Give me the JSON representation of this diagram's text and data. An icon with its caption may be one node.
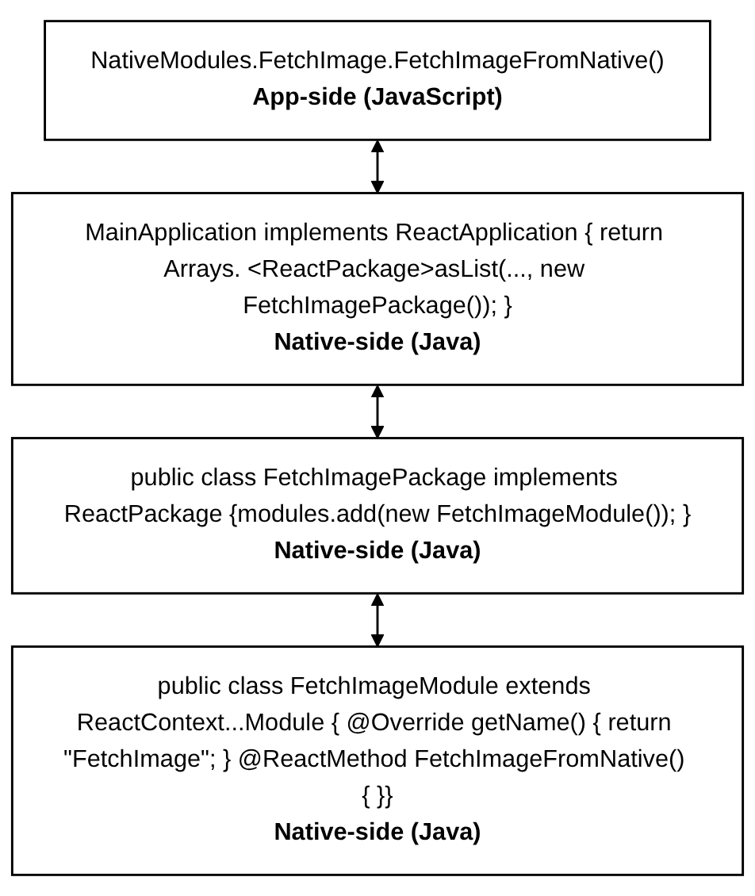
{
  "diagram": {
    "nodes": [
      {
        "text": [
          "NativeModules.FetchImage.FetchImageFromNative()",
          "App-side (JavaScript)"
        ]
      },
      {
        "text": [
          "MainApplication implements ReactApplication { return Arrays. <ReactPackage>asList(..., new FetchImagePackage()); }",
          "Native-side (Java)"
        ]
      },
      {
        "text": [
          "public class FetchImagePackage implements ReactPackage {modules.add(new FetchImageModule()); }",
          "Native-side (Java)"
        ]
      },
      {
        "text": [
          "public class FetchImageModule extends ReactContext...Module { @Override getName() { return \"FetchImage\"; } @ReactMethod FetchImageFromNative() { }}",
          "Native-side (Java)"
        ]
      }
    ],
    "edges": [
      {
        "from": 0,
        "to": 1,
        "arrow": "both"
      },
      {
        "from": 1,
        "to": 2,
        "arrow": "both"
      },
      {
        "from": 2,
        "to": 3,
        "arrow": "both"
      }
    ]
  }
}
